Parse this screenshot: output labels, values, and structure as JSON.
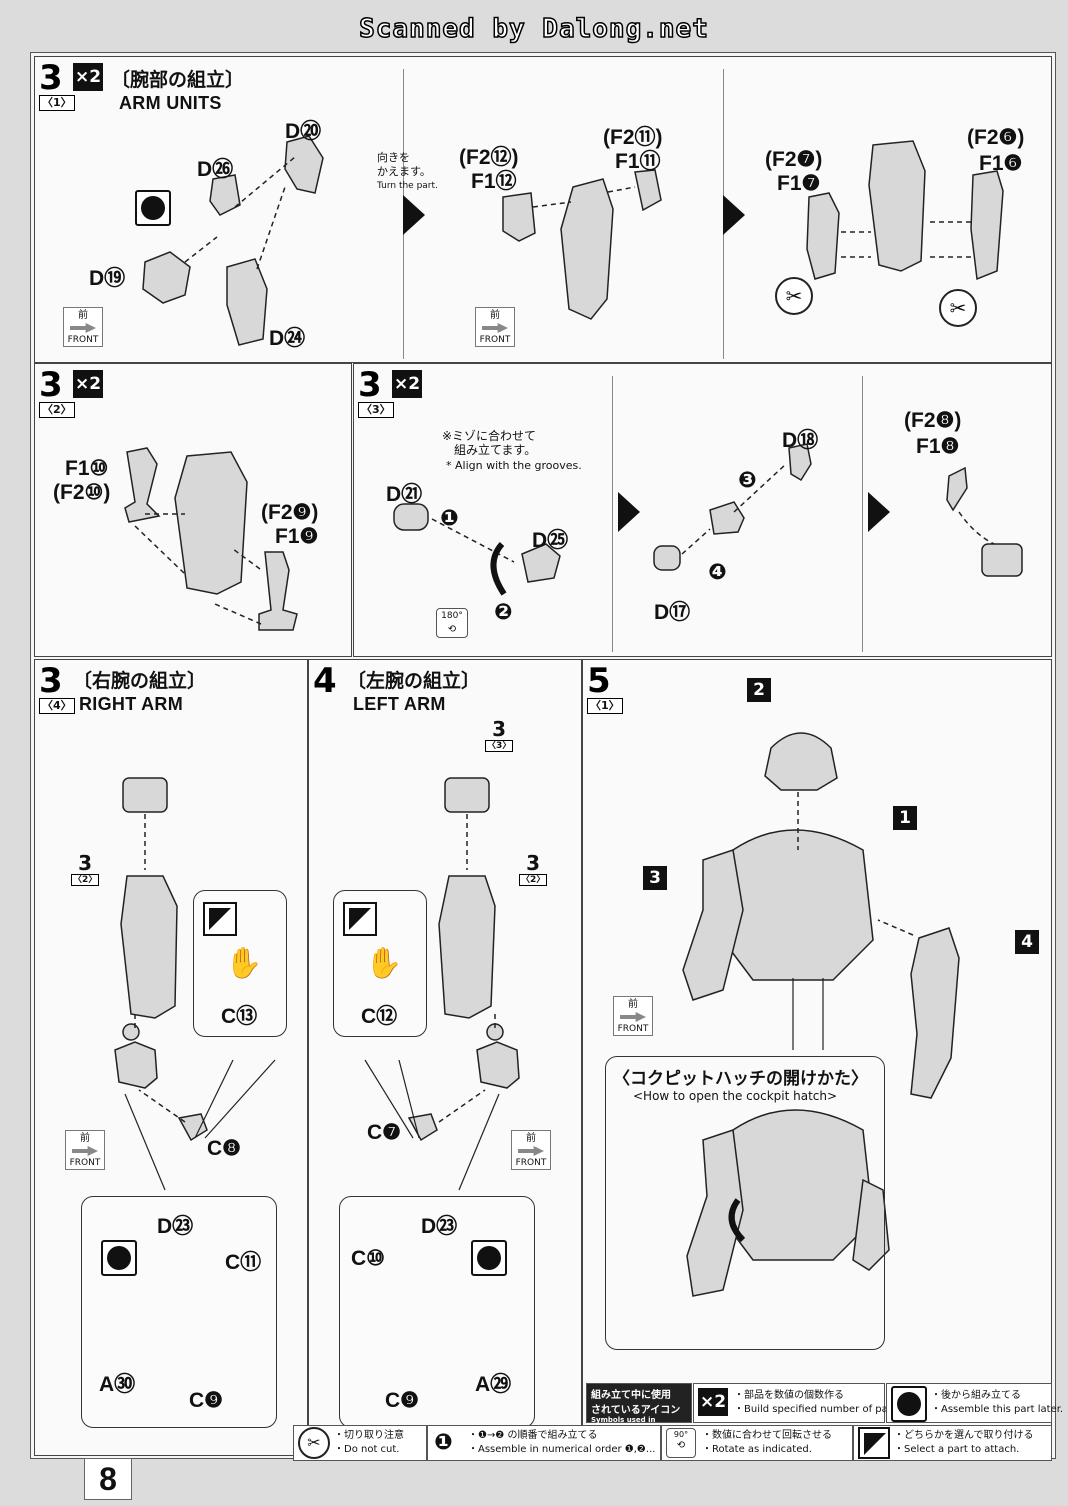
{
  "watermark": "Scanned by Dalong.net",
  "page_number": "8",
  "step3_1": {
    "num": "3",
    "sub": "〈1〉",
    "multiplier": "×2",
    "title_jp": "〔腕部の組立〕",
    "title_en": "ARM UNITS",
    "turn_note_jp1": "向きを",
    "turn_note_jp2": "かえます。",
    "turn_note_en": "Turn the part.",
    "parts": {
      "d26": "D㉖",
      "d20": "D⑳",
      "d19": "D⑲",
      "d24": "D㉔",
      "f212": "(F2⑫)",
      "f112": "F1⑫",
      "f211": "(F2⑪)",
      "f111": "F1⑪",
      "f27": "(F2❼)",
      "f17": "F1❼",
      "f26": "(F2❻)",
      "f16": "F1❻"
    },
    "front_jp": "前",
    "front_en": "FRONT"
  },
  "step3_2": {
    "num": "3",
    "sub": "〈2〉",
    "multiplier": "×2",
    "parts": {
      "f110": "F1⑩",
      "f210": "(F2⑩)",
      "f29": "(F2❾)",
      "f19": "F1❾"
    }
  },
  "step3_3": {
    "num": "3",
    "sub": "〈3〉",
    "multiplier": "×2",
    "groove_jp1": "※ミゾに合わせて",
    "groove_jp2": "組み立てます。",
    "groove_en": "* Align with the grooves.",
    "parts": {
      "d21": "D㉑",
      "d25": "D㉕",
      "d18": "D⑱",
      "d17": "D⑰",
      "f28": "(F2❽)",
      "f18": "F1❽"
    },
    "order": [
      "❶",
      "❷",
      "❸",
      "❹"
    ],
    "rotate": "180°"
  },
  "step3_4": {
    "num": "3",
    "sub": "〈4〉",
    "title_jp": "〔右腕の組立〕",
    "title_en": "RIGHT ARM",
    "ref_num": "3",
    "ref_sub": "〈2〉",
    "parts": {
      "c13": "C⑬",
      "c8": "C❽",
      "d23": "D㉓",
      "c11": "C⑪",
      "a30": "A㉚",
      "c9": "C❾"
    },
    "front_jp": "前",
    "front_en": "FRONT"
  },
  "step4": {
    "num": "4",
    "title_jp": "〔左腕の組立〕",
    "title_en": "LEFT ARM",
    "ref_top_num": "3",
    "ref_top_sub": "〈3〉",
    "ref_num": "3",
    "ref_sub": "〈2〉",
    "parts": {
      "c12": "C⑫",
      "c7": "C❼",
      "d23": "D㉓",
      "c10": "C⑩",
      "a29": "A㉙",
      "c9": "C❾"
    },
    "front_jp": "前",
    "front_en": "FRONT"
  },
  "step5": {
    "num": "5",
    "sub": "〈1〉",
    "labels": [
      "1",
      "2",
      "3",
      "4"
    ],
    "hatch_jp": "〈コクピットハッチの開けかた〉",
    "hatch_en": "<How to open the cockpit hatch>",
    "front_jp": "前",
    "front_en": "FRONT"
  },
  "legend": {
    "heading_jp1": "組み立て中に使用",
    "heading_jp2": "されているアイコン",
    "heading_en": "Symbols used in instructions",
    "x2_label": "×2",
    "x2_jp": "・部品を数値の個数作る",
    "x2_en": "・Build specified number of parts.",
    "later_jp": "・後から組み立てる",
    "later_en": "・Assemble this part later.",
    "nocut_jp": "・切り取り注意",
    "nocut_en": "・Do not cut.",
    "order_icon": "❶",
    "order_jp": "・❶→❷ の順番で組み立てる",
    "order_en": "・Assemble in numerical order ❶,❷...",
    "rotate_icon": "90°",
    "rotate_jp": "・数値に合わせて回転させる",
    "rotate_en": "・Rotate as indicated.",
    "select_jp": "・どちらかを選んで取り付ける",
    "select_en": "・Select a part to attach."
  }
}
